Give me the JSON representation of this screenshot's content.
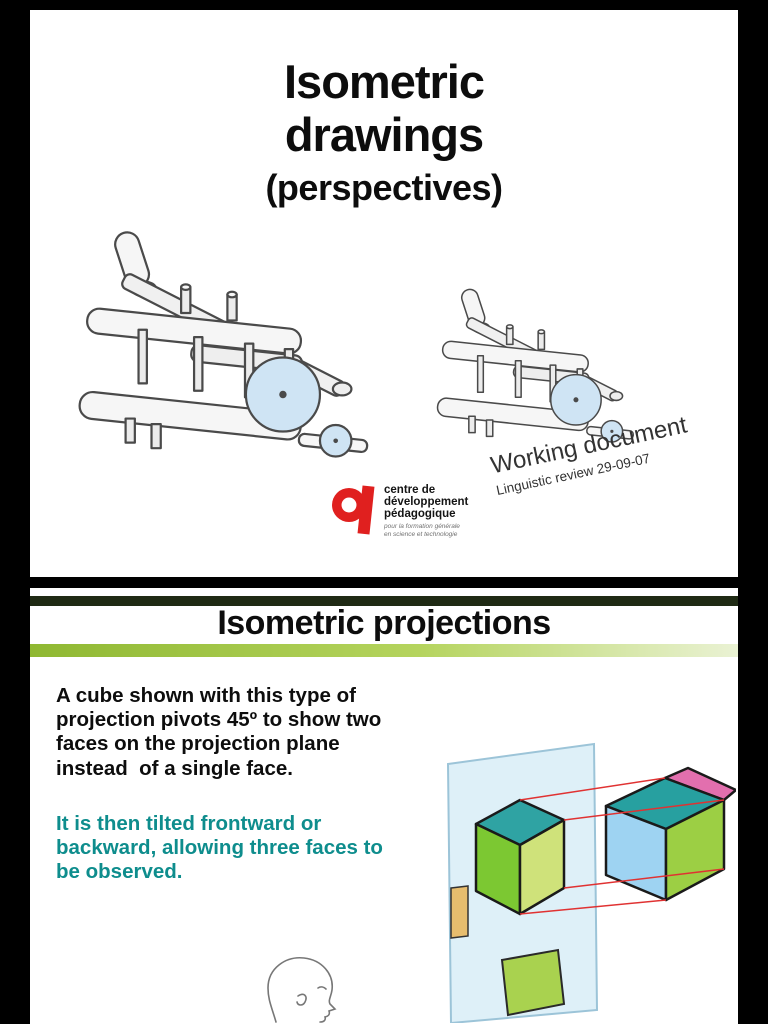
{
  "page1": {
    "title_line1": "Isometric",
    "title_line2": "drawings",
    "subtitle": "(perspectives)",
    "logo": {
      "name_line1": "centre de",
      "name_line2": "développement",
      "name_line3": "pédagogique",
      "tagline_line1": "pour la formation générale",
      "tagline_line2": "en science et technologie"
    },
    "watermark": {
      "line1": "Working document",
      "line2": "Linguistic review 29-09-07"
    }
  },
  "page2": {
    "title": "Isometric projections",
    "paragraph1_lines": [
      "A cube shown with this type of",
      "projection pivots 45º to show two",
      "faces on the projection plane",
      "instead  of a single face."
    ],
    "paragraph2_lines": [
      "It is then tilted frontward or",
      "backward, allowing three faces to",
      "be observed."
    ]
  },
  "colors": {
    "teal_text": "#0e8d8d",
    "header_gradient_green": "#8fb832",
    "header_band_dark": "#1f2a14",
    "logo_red": "#e0201f",
    "disc_blue": "#cfe4f4",
    "projection_plane_blue": "#d8edf7",
    "cube_teal": "#2fa3a3",
    "cube_green": "#7cc832",
    "red_projection_lines": "#e03232"
  }
}
